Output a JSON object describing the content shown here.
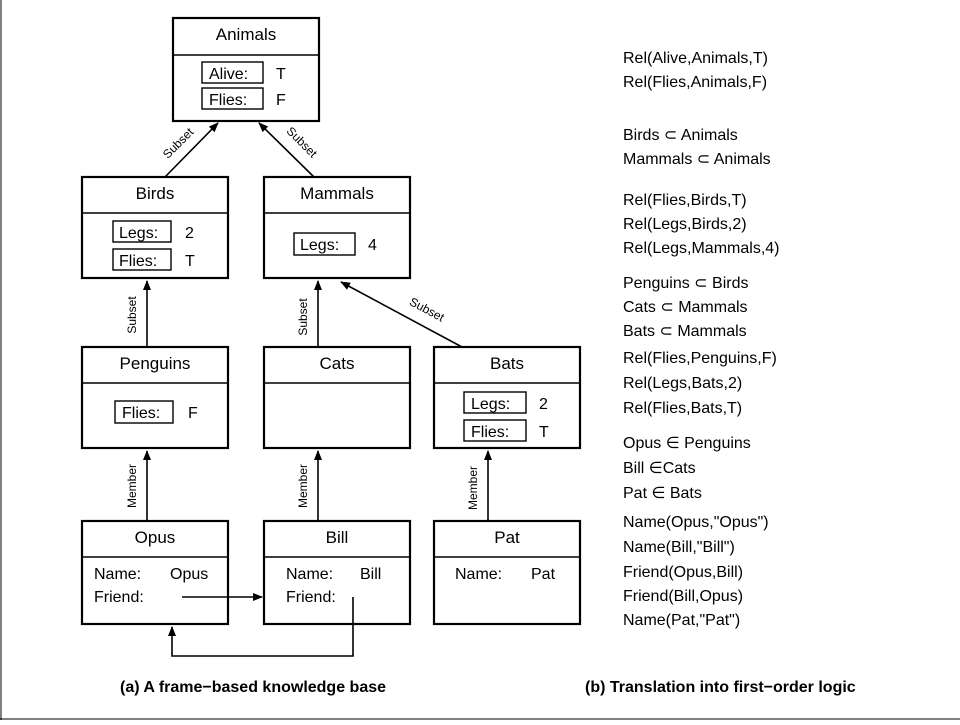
{
  "frames": {
    "animals": {
      "title": "Animals",
      "slots": [
        {
          "name": "Alive:",
          "value": "T"
        },
        {
          "name": "Flies:",
          "value": "F"
        }
      ]
    },
    "birds": {
      "title": "Birds",
      "slots": [
        {
          "name": "Legs:",
          "value": "2"
        },
        {
          "name": "Flies:",
          "value": "T"
        }
      ]
    },
    "mammals": {
      "title": "Mammals",
      "slots": [
        {
          "name": "Legs:",
          "value": "4"
        }
      ]
    },
    "penguins": {
      "title": "Penguins",
      "slots": [
        {
          "name": "Flies:",
          "value": "F"
        }
      ]
    },
    "cats": {
      "title": "Cats",
      "slots": []
    },
    "bats": {
      "title": "Bats",
      "slots": [
        {
          "name": "Legs:",
          "value": "2"
        },
        {
          "name": "Flies:",
          "value": "T"
        }
      ]
    },
    "opus": {
      "title": "Opus",
      "name_label": "Name:",
      "name_value": "Opus",
      "friend_label": "Friend:"
    },
    "bill": {
      "title": "Bill",
      "name_label": "Name:",
      "name_value": "Bill",
      "friend_label": "Friend:"
    },
    "pat": {
      "title": "Pat",
      "name_label": "Name:",
      "name_value": "Pat"
    }
  },
  "edge_labels": {
    "subset": "Subset",
    "member": "Member"
  },
  "logic": [
    [
      "Rel(Alive,Animals,T)",
      "Rel(Flies,Animals,F)"
    ],
    [
      "Birds ⊂ Animals",
      "Mammals ⊂ Animals"
    ],
    [
      "Rel(Flies,Birds,T)",
      "Rel(Legs,Birds,2)",
      "Rel(Legs,Mammals,4)"
    ],
    [
      "Penguins ⊂ Birds",
      "Cats ⊂ Mammals",
      "Bats ⊂ Mammals"
    ],
    [
      "Rel(Flies,Penguins,F)",
      "Rel(Legs,Bats,2)",
      "Rel(Flies,Bats,T)"
    ],
    [
      "Opus ∈ Penguins",
      "Bill ∈Cats",
      "Pat ∈ Bats"
    ],
    [
      "Name(Opus,\"Opus\")",
      "Name(Bill,\"Bill\")",
      "Friend(Opus,Bill)",
      "Friend(Bill,Opus)",
      "Name(Pat,\"Pat\")"
    ]
  ],
  "captions": {
    "left": "(a) A frame−based knowledge base",
    "right": "(b) Translation into first−order logic"
  }
}
